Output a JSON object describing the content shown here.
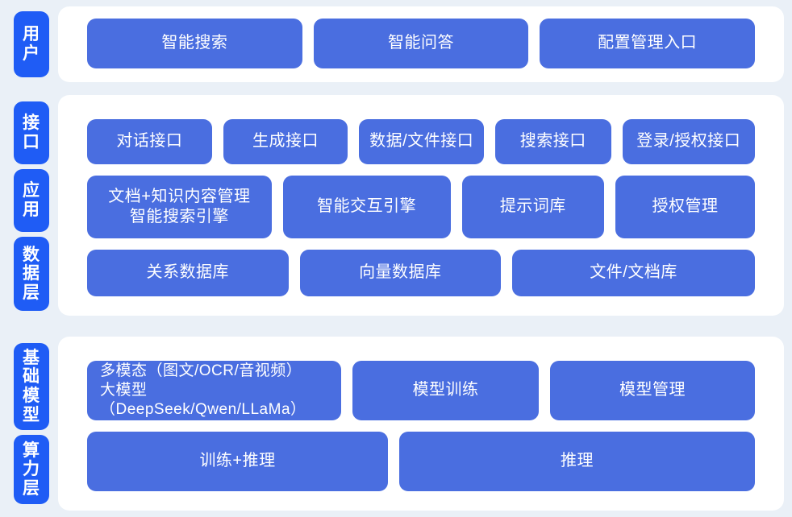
{
  "theme": {
    "page_background": "#eaf0f7",
    "panel_background": "#ffffff",
    "tab_color": "#1f5cf5",
    "box_color": "#4a6ee0",
    "text_color": "#ffffff"
  },
  "groups": [
    {
      "id": "user",
      "tabs": [
        {
          "label": "用户"
        }
      ],
      "rows": [
        {
          "id": "user",
          "boxes": [
            {
              "label": "智能搜索",
              "flex": 1
            },
            {
              "label": "智能问答",
              "flex": 1
            },
            {
              "label": "配置管理入口",
              "flex": 1
            }
          ]
        }
      ]
    },
    {
      "id": "platform",
      "tabs": [
        {
          "label": "接口"
        },
        {
          "label": "应用"
        },
        {
          "label": "数据层"
        }
      ],
      "rows": [
        {
          "id": "interface",
          "boxes": [
            {
              "label": "对话接口",
              "flex": 1
            },
            {
              "label": "生成接口",
              "flex": 1
            },
            {
              "label": "数据/文件接口",
              "flex": 1
            },
            {
              "label": "搜索接口",
              "flex": 0.92
            },
            {
              "label": "登录/授权接口",
              "flex": 1.07
            }
          ]
        },
        {
          "id": "app",
          "boxes": [
            {
              "label": "文档+知识内容管理\n智能搜索引擎",
              "flex": 1.22
            },
            {
              "label": "智能交互引擎",
              "flex": 1.1
            },
            {
              "label": "提示词库",
              "flex": 0.92
            },
            {
              "label": "授权管理",
              "flex": 0.9
            }
          ]
        },
        {
          "id": "data",
          "boxes": [
            {
              "label": "关系数据库",
              "flex": 1
            },
            {
              "label": "向量数据库",
              "flex": 1
            },
            {
              "label": "文件/文档库",
              "flex": 1.22
            }
          ]
        }
      ]
    },
    {
      "id": "base",
      "tabs": [
        {
          "label": "基础模型"
        },
        {
          "label": "算力层"
        }
      ],
      "rows": [
        {
          "id": "model",
          "boxes": [
            {
              "label": "多模态（图文/OCR/音视频）\n大模型（DeepSeek/Qwen/LLaMa）",
              "flex": 1.26,
              "align": "left"
            },
            {
              "label": "模型训练",
              "flex": 0.93
            },
            {
              "label": "模型管理",
              "flex": 1.03
            }
          ]
        },
        {
          "id": "compute",
          "boxes": [
            {
              "label": "训练+推理",
              "flex": 1
            },
            {
              "label": "推理",
              "flex": 1.19
            }
          ]
        }
      ]
    }
  ]
}
